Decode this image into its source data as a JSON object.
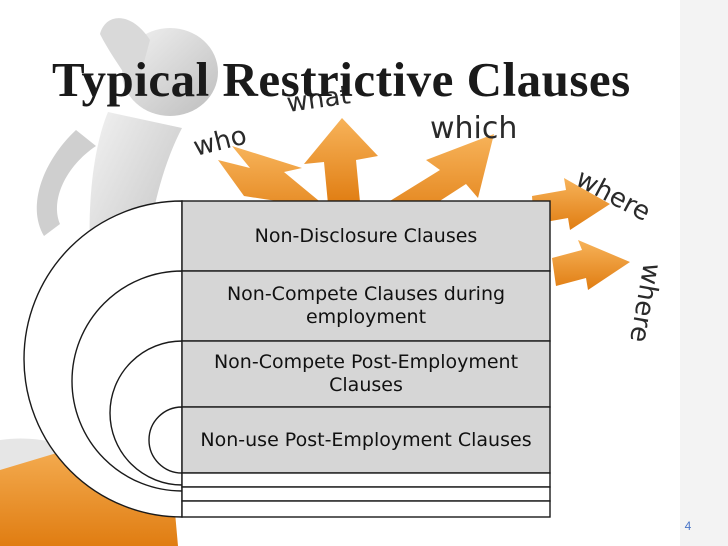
{
  "slide": {
    "title": "Typical Restrictive Clauses",
    "page_number": "4",
    "clauses": [
      "Non-Disclosure Clauses",
      "Non-Compete Clauses during employment",
      "Non-Compete Post-Employment Clauses",
      "Non-use Post-Employment Clauses"
    ],
    "background_words": [
      "who",
      "what",
      "which",
      "where",
      "where"
    ],
    "colors": {
      "arrow_orange": "#f0952a",
      "box_gray": "#d6d6d6",
      "accent_blue": "#4a76c8"
    }
  }
}
